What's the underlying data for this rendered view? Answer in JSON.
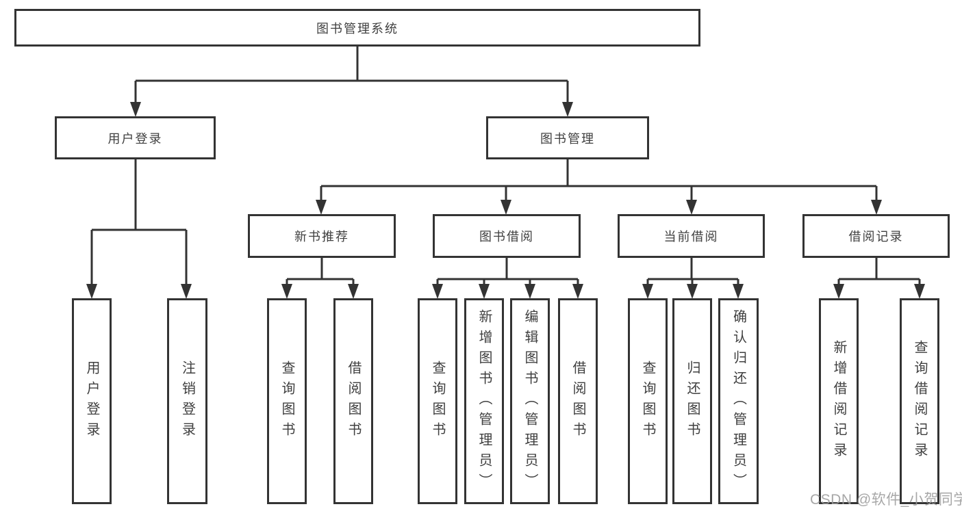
{
  "title": "图书管理系统",
  "branches": [
    {
      "label": "用户登录",
      "children": [
        {
          "label": "用户登录"
        },
        {
          "label": "注销登录"
        }
      ]
    },
    {
      "label": "图书管理",
      "children": [
        {
          "label": "新书推荐",
          "children": [
            {
              "label": "查询图书"
            },
            {
              "label": "借阅图书"
            }
          ]
        },
        {
          "label": "图书借阅",
          "children": [
            {
              "label": "查询图书"
            },
            {
              "label": "新增图书（管理员）"
            },
            {
              "label": "编辑图书（管理员）"
            },
            {
              "label": "借阅图书"
            }
          ]
        },
        {
          "label": "当前借阅",
          "children": [
            {
              "label": "查询图书"
            },
            {
              "label": "归还图书"
            },
            {
              "label": "确认归还（管理员）"
            }
          ]
        },
        {
          "label": "借阅记录",
          "children": [
            {
              "label": "新增借阅记录"
            },
            {
              "label": "查询借阅记录"
            }
          ]
        }
      ]
    }
  ],
  "watermark": "CSDN @软件_小贺同学",
  "colors": {
    "line": "#333333",
    "text": "#3f3f3f",
    "background": "#ffffff",
    "watermark": "#9b9b9b"
  }
}
